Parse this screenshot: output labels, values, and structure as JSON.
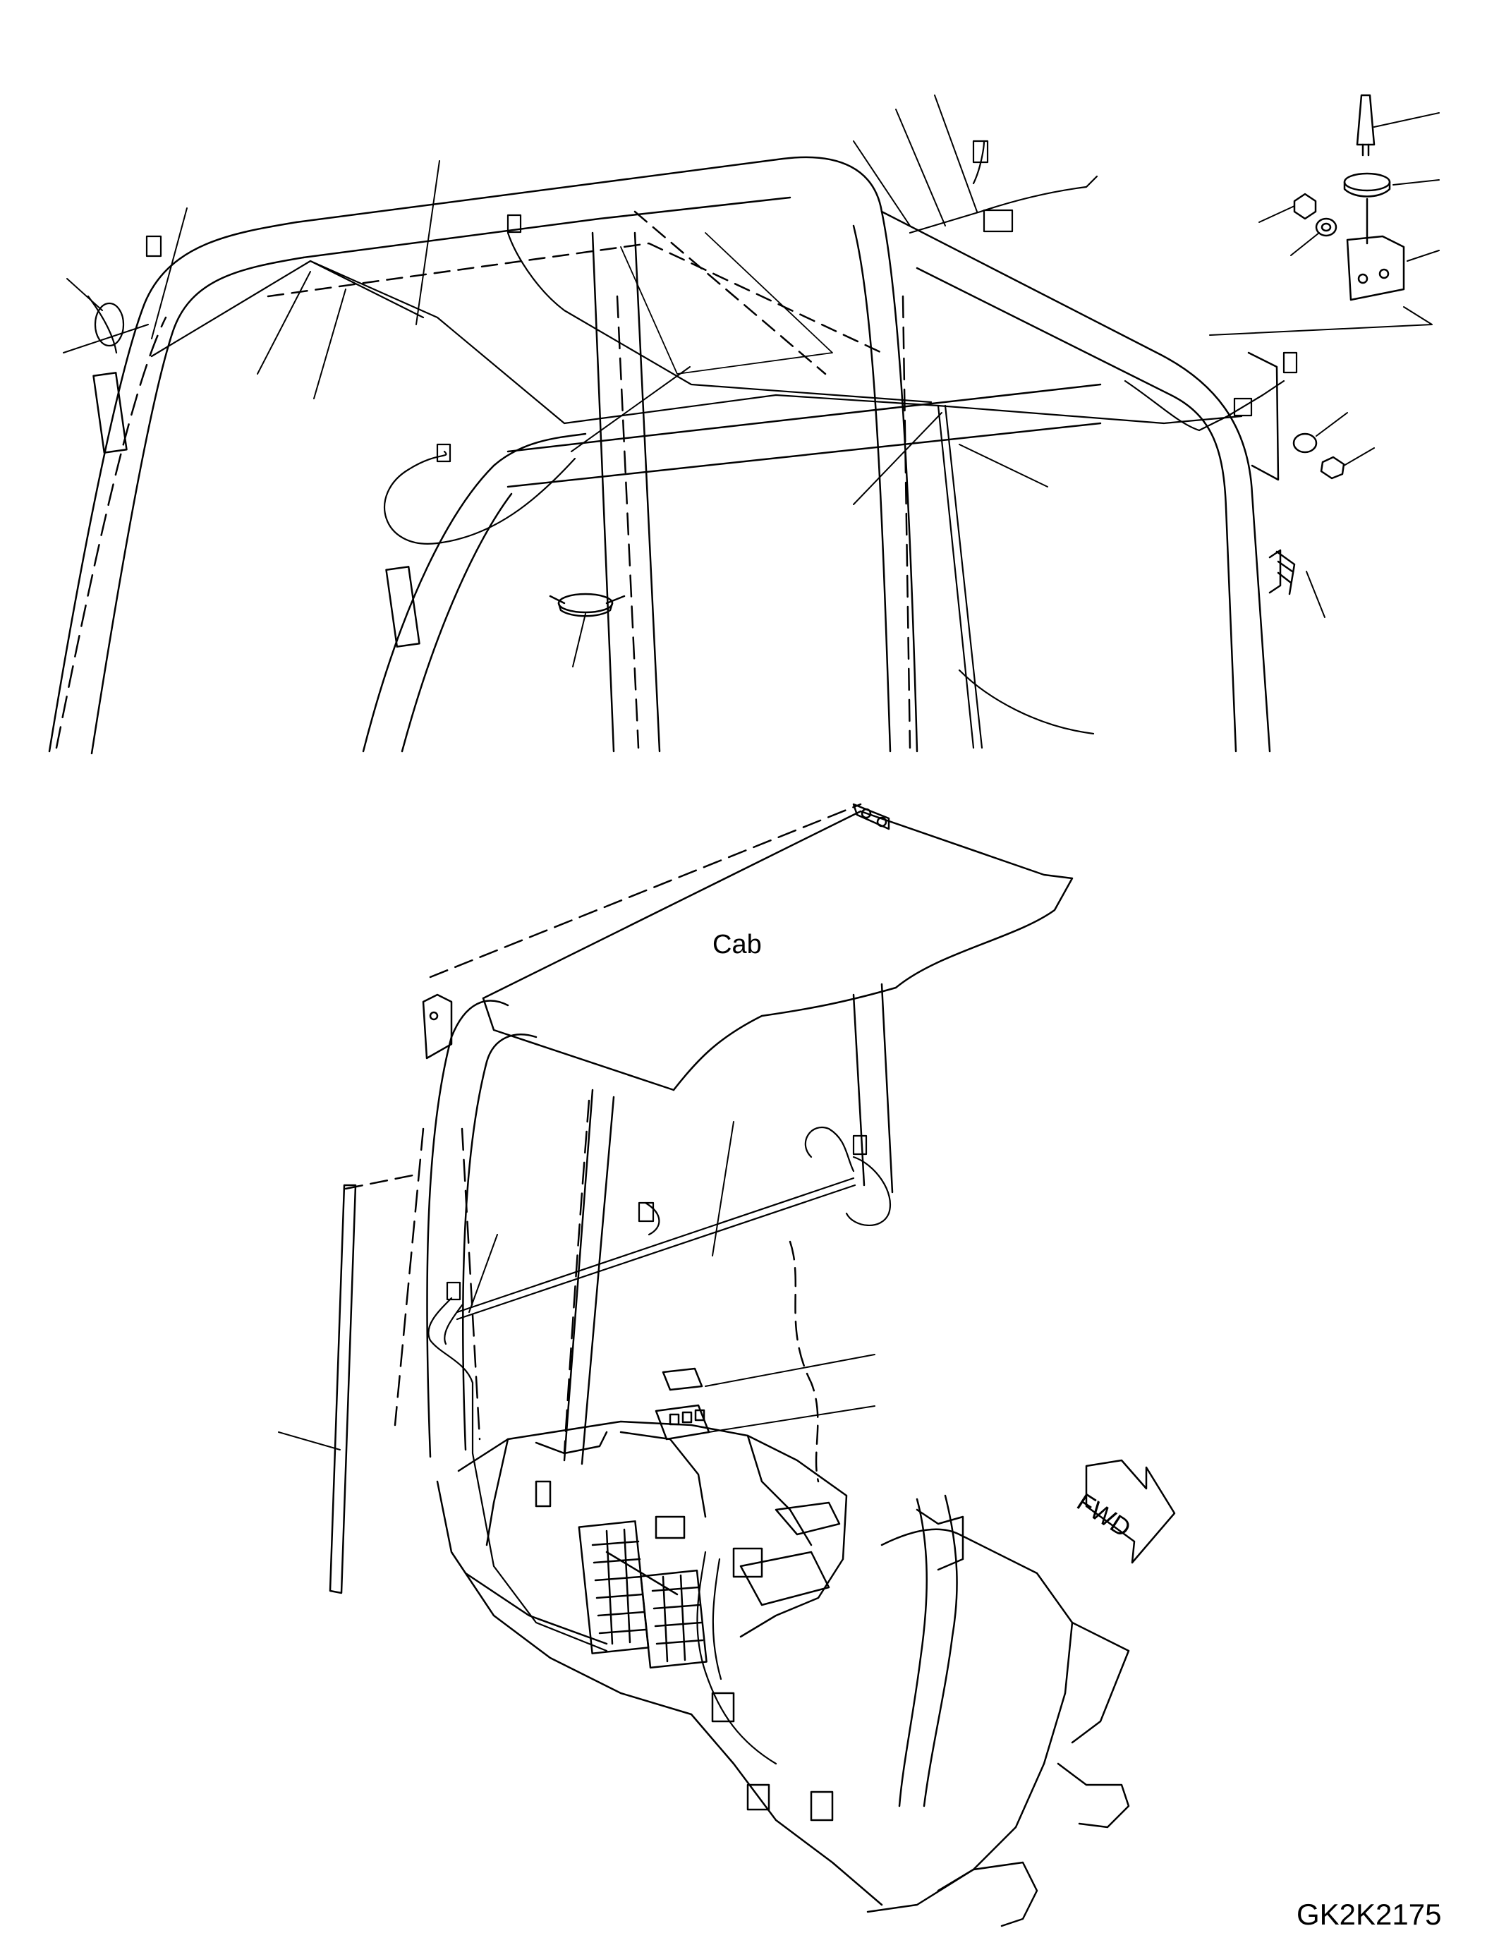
{
  "labels": {
    "cab": "Cab",
    "fwd": "FWD",
    "drawing_number": "GK2K2175"
  },
  "colors": {
    "line": "#000000",
    "background": "#ffffff"
  },
  "icons": {
    "direction_arrow": "fwd-arrow-icon"
  }
}
